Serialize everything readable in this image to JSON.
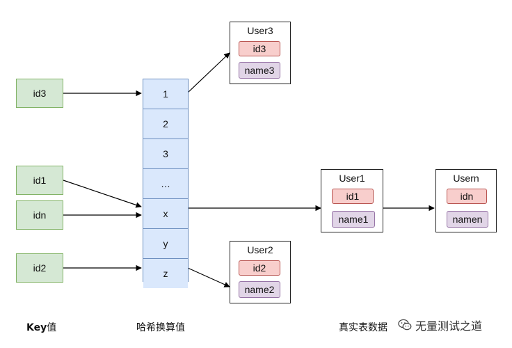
{
  "keys": {
    "k1": "id3",
    "k2": "id1",
    "k3": "idn",
    "k4": "id2"
  },
  "hash": {
    "cells": [
      "1",
      "2",
      "3",
      "…",
      "x",
      "y",
      "z"
    ]
  },
  "users": {
    "user3": {
      "title": "User3",
      "id": "id3",
      "name": "name3"
    },
    "user2": {
      "title": "User2",
      "id": "id2",
      "name": "name2"
    },
    "user1": {
      "title": "User1",
      "id": "id1",
      "name": "name1"
    },
    "usern": {
      "title": "Usern",
      "id": "idn",
      "name": "namen"
    }
  },
  "captions": {
    "key_bold": "Key",
    "key_rest": "值",
    "hash": "哈希换算值",
    "real": "真实表数据"
  },
  "watermark": {
    "text": "无量测试之道",
    "icon": "wechat-icon"
  },
  "colors": {
    "key_fill": "#d5e8d4",
    "hash_fill": "#dae8fc",
    "id_fill": "#f8cecc",
    "name_fill": "#e1d5e7"
  }
}
